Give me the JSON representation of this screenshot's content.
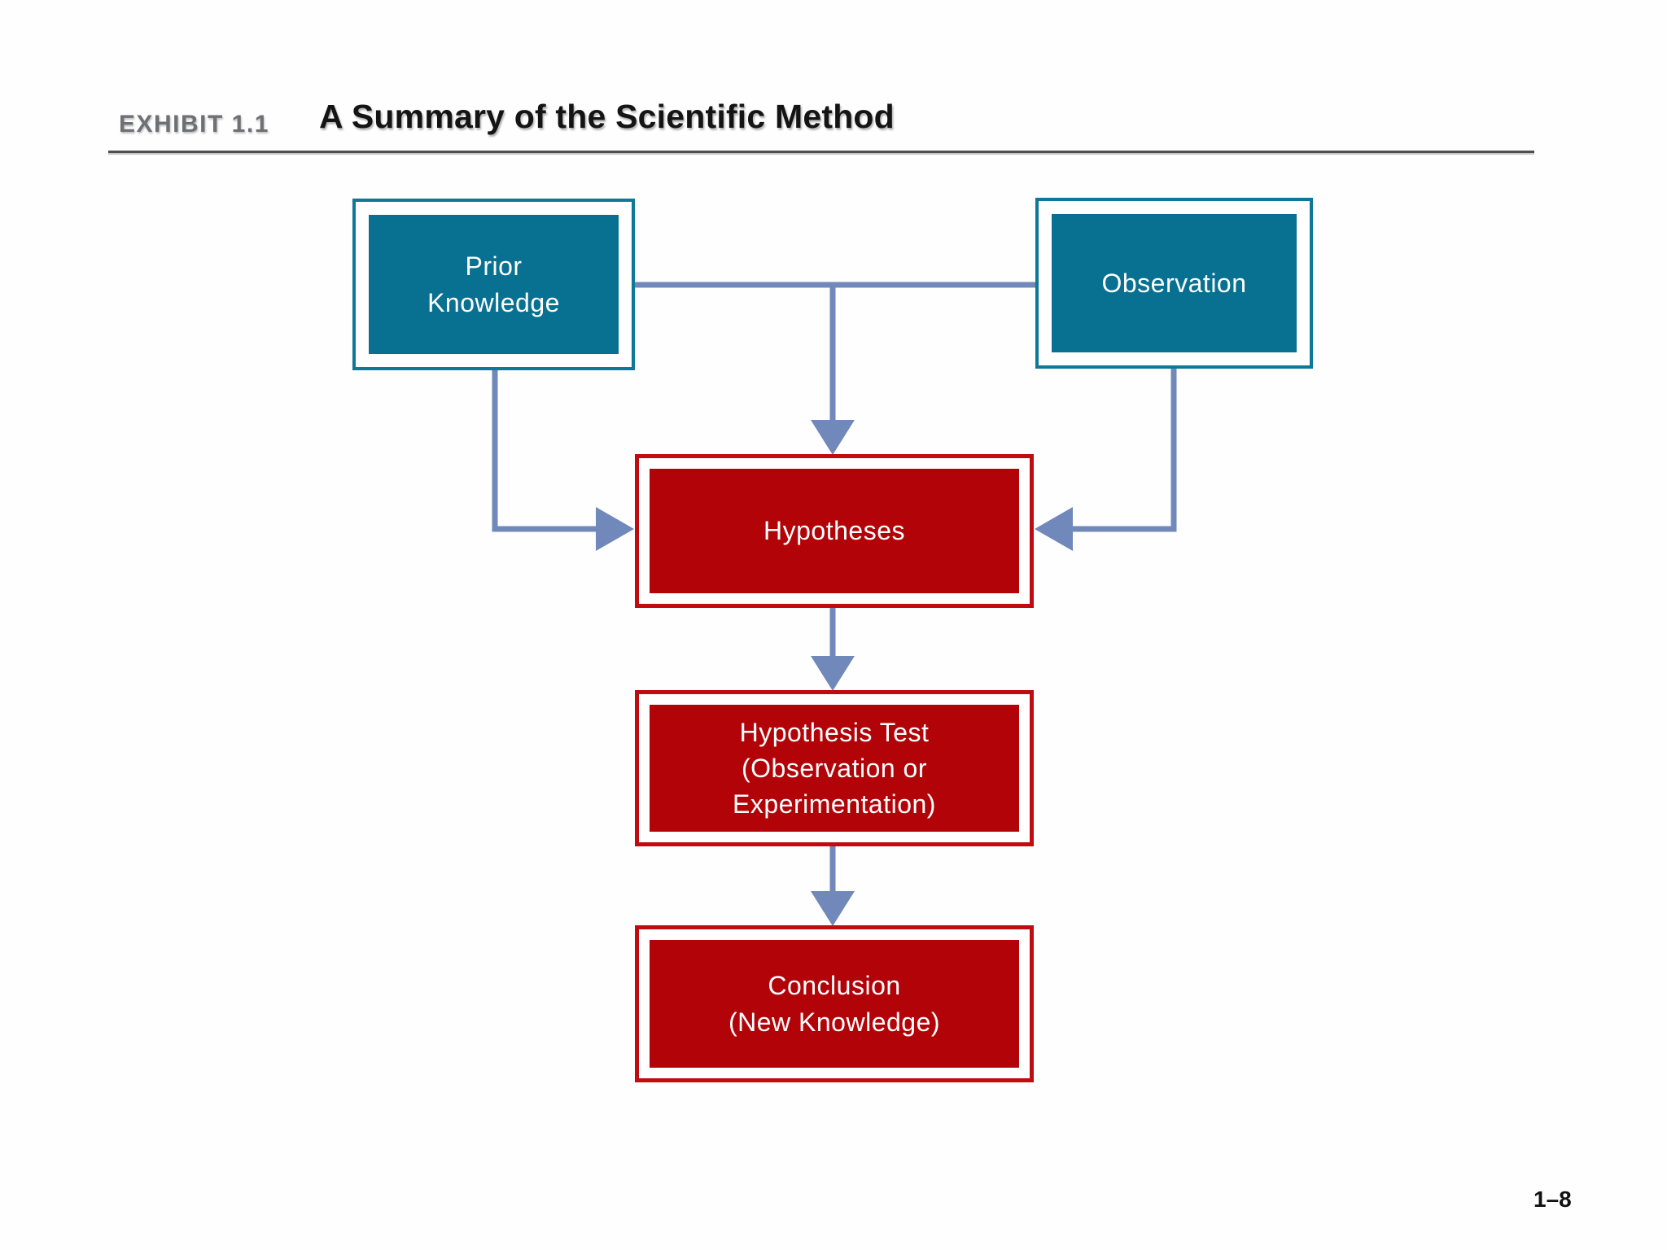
{
  "header": {
    "exhibit_label": "EXHIBIT 1.1",
    "title": "A Summary of the Scientific Method"
  },
  "page_number": "1–8",
  "colors": {
    "teal-fill": "#087090",
    "teal-border": "#0e7897",
    "red-fill": "#b20408",
    "red-border": "#c00b10",
    "arrow": "#7089ba",
    "title-text": "#141414",
    "exhibit-text": "#6f7073",
    "box-text": "#ffffff"
  },
  "diagram": {
    "nodes": [
      {
        "id": "prior-knowledge",
        "label": "Prior\nKnowledge",
        "kind": "source",
        "color": "teal"
      },
      {
        "id": "observation",
        "label": "Observation",
        "kind": "source",
        "color": "teal"
      },
      {
        "id": "hypotheses",
        "label": "Hypotheses",
        "kind": "process",
        "color": "red"
      },
      {
        "id": "hypothesis-test",
        "label": "Hypothesis Test\n(Observation or\nExperimentation)",
        "kind": "process",
        "color": "red"
      },
      {
        "id": "conclusion",
        "label": "Conclusion\n(New Knowledge)",
        "kind": "terminal",
        "color": "red"
      }
    ],
    "edges": [
      {
        "from": "prior-knowledge",
        "to": "observation",
        "style": "plain-line"
      },
      {
        "from": "prior-knowledge-observation-midpoint",
        "to": "hypotheses",
        "style": "arrow-down"
      },
      {
        "from": "prior-knowledge",
        "to": "hypotheses",
        "style": "elbow-arrow-right"
      },
      {
        "from": "observation",
        "to": "hypotheses",
        "style": "elbow-arrow-left"
      },
      {
        "from": "hypotheses",
        "to": "hypothesis-test",
        "style": "arrow-down"
      },
      {
        "from": "hypothesis-test",
        "to": "conclusion",
        "style": "arrow-down"
      }
    ]
  }
}
